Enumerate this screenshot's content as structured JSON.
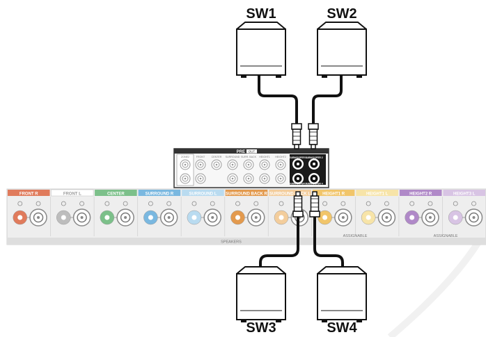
{
  "subwoofers": [
    {
      "id": "sw1",
      "label": "SW1"
    },
    {
      "id": "sw2",
      "label": "SW2"
    },
    {
      "id": "sw3",
      "label": "SW3"
    },
    {
      "id": "sw4",
      "label": "SW4"
    }
  ],
  "preout": {
    "title": "PRE",
    "title_badge": "OUT",
    "columns": [
      "ZONE2",
      "FRONT",
      "CENTER",
      "SURROUND",
      "SURR. BACK",
      "HEIGHT1",
      "HEIGHT2"
    ],
    "subwoofer_labels": [
      "SUBWOOFER 1",
      "SUBWOOFER 2",
      "SUBWOOFER 3",
      "SUBWOOFER 4"
    ]
  },
  "speakers": {
    "label": "SPEAKERS",
    "secondary_label": "ASSIGNABLE",
    "channels": [
      {
        "label": "FRONT",
        "side": "R",
        "color": "#e07b5c"
      },
      {
        "label": "FRONT",
        "side": "L",
        "color": "#ffffff"
      },
      {
        "label": "CENTER",
        "side": "",
        "color": "#7cc08a"
      },
      {
        "label": "SURROUND",
        "side": "R",
        "color": "#7ab8e0"
      },
      {
        "label": "SURROUND",
        "side": "L",
        "color": "#b9dbf0"
      },
      {
        "label": "SURROUND BACK",
        "side": "R",
        "color": "#e39a4e"
      },
      {
        "label": "SURROUND BACK",
        "side": "L",
        "color": "#f3cd9c"
      },
      {
        "label": "HEIGHT1",
        "side": "R",
        "color": "#f1c56a"
      },
      {
        "label": "HEIGHT1",
        "side": "L",
        "color": "#f7e4a8"
      },
      {
        "label": "HEIGHT2",
        "side": "R",
        "color": "#b089c8"
      },
      {
        "label": "HEIGHT3",
        "side": "L",
        "color": "#d8c4e4"
      }
    ]
  }
}
